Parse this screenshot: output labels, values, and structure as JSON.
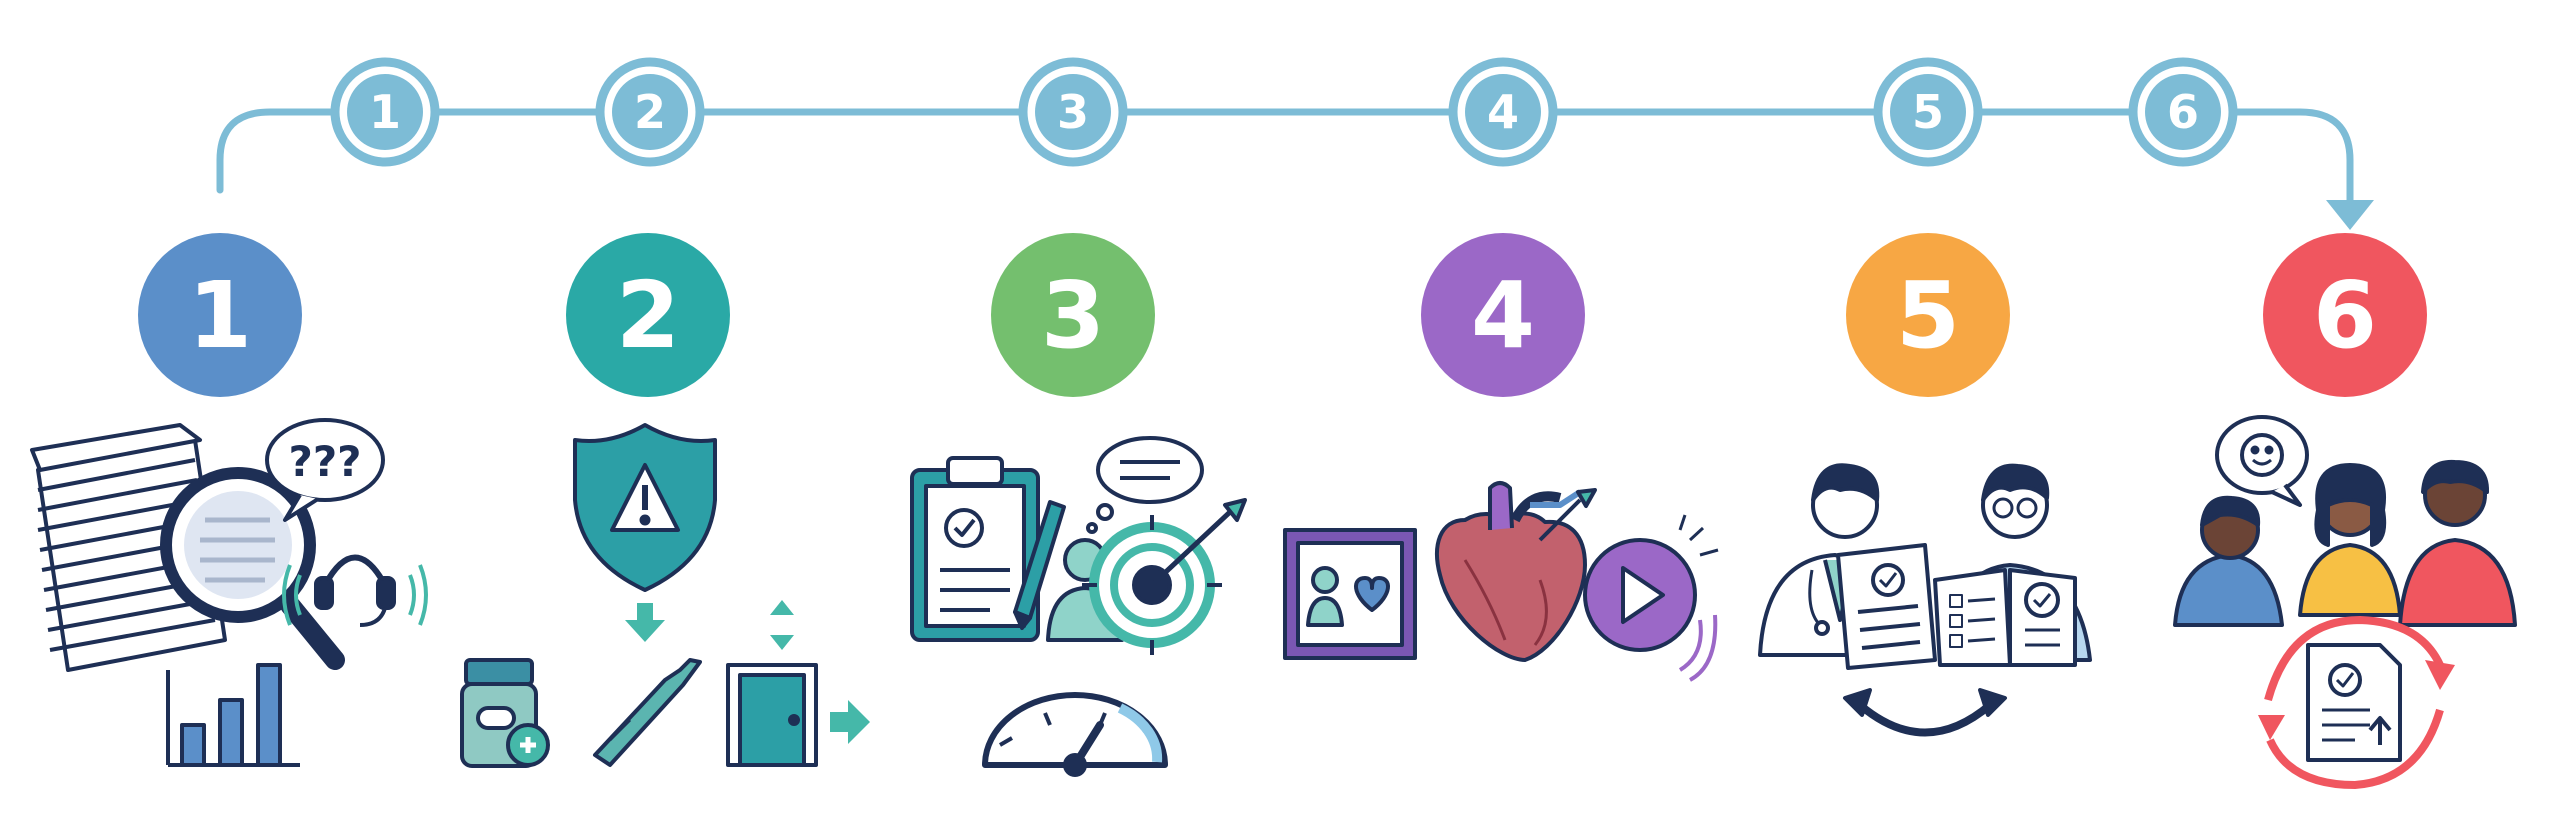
{
  "timeline": {
    "line_color": "#7dbcd6",
    "nodes": [
      {
        "label": "1"
      },
      {
        "label": "2"
      },
      {
        "label": "3"
      },
      {
        "label": "4"
      },
      {
        "label": "5"
      },
      {
        "label": "6"
      }
    ]
  },
  "steps": [
    {
      "number": "1",
      "color": "#5b8fc9",
      "icon": "document-search-icon"
    },
    {
      "number": "2",
      "color": "#2aa9a6",
      "icon": "risk-shield-icon"
    },
    {
      "number": "3",
      "color": "#74bf6e",
      "icon": "goal-target-icon"
    },
    {
      "number": "4",
      "color": "#9b68c7",
      "icon": "heart-media-icon"
    },
    {
      "number": "5",
      "color": "#f7a744",
      "icon": "doctor-patient-icon"
    },
    {
      "number": "6",
      "color": "#f0565f",
      "icon": "family-feedback-icon"
    }
  ],
  "callouts": {
    "question_bubble": "???"
  }
}
